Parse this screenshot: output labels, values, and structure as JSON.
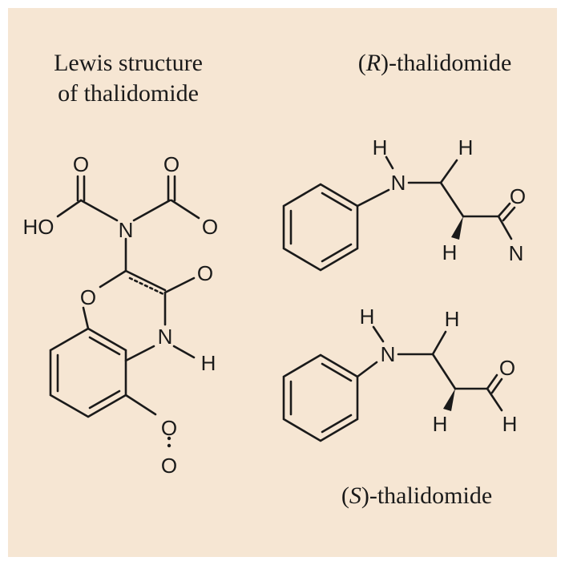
{
  "titles": {
    "lewis_line1": "Lewis structure",
    "lewis_line2": "of thalidomide",
    "r_prefix": "(",
    "r_letter": "R",
    "r_suffix": ")-thalidomide",
    "s_prefix": "(",
    "s_letter": "S",
    "s_suffix": ")-thalidomide"
  },
  "lewis_atoms": {
    "o_top_left": "O",
    "o_top_right": "O",
    "ho": "HO",
    "n_center": "N",
    "o_right": "O",
    "o_ring": "O",
    "o_keto": "O",
    "n_amide": "N",
    "h_amide": "H",
    "o_bottom_1": "O",
    "o_bottom_2": "O"
  },
  "r_atoms": {
    "h_n": "H",
    "n": "N",
    "h_top": "H",
    "h_wedge": "H",
    "o": "O",
    "n_end": "N"
  },
  "s_atoms": {
    "h_n": "H",
    "n": "N",
    "h_top": "H",
    "h_wedge": "H",
    "o": "O",
    "h_end": "H"
  },
  "colors": {
    "background": "#f6e6d3",
    "ink": "#1a1a1a"
  }
}
